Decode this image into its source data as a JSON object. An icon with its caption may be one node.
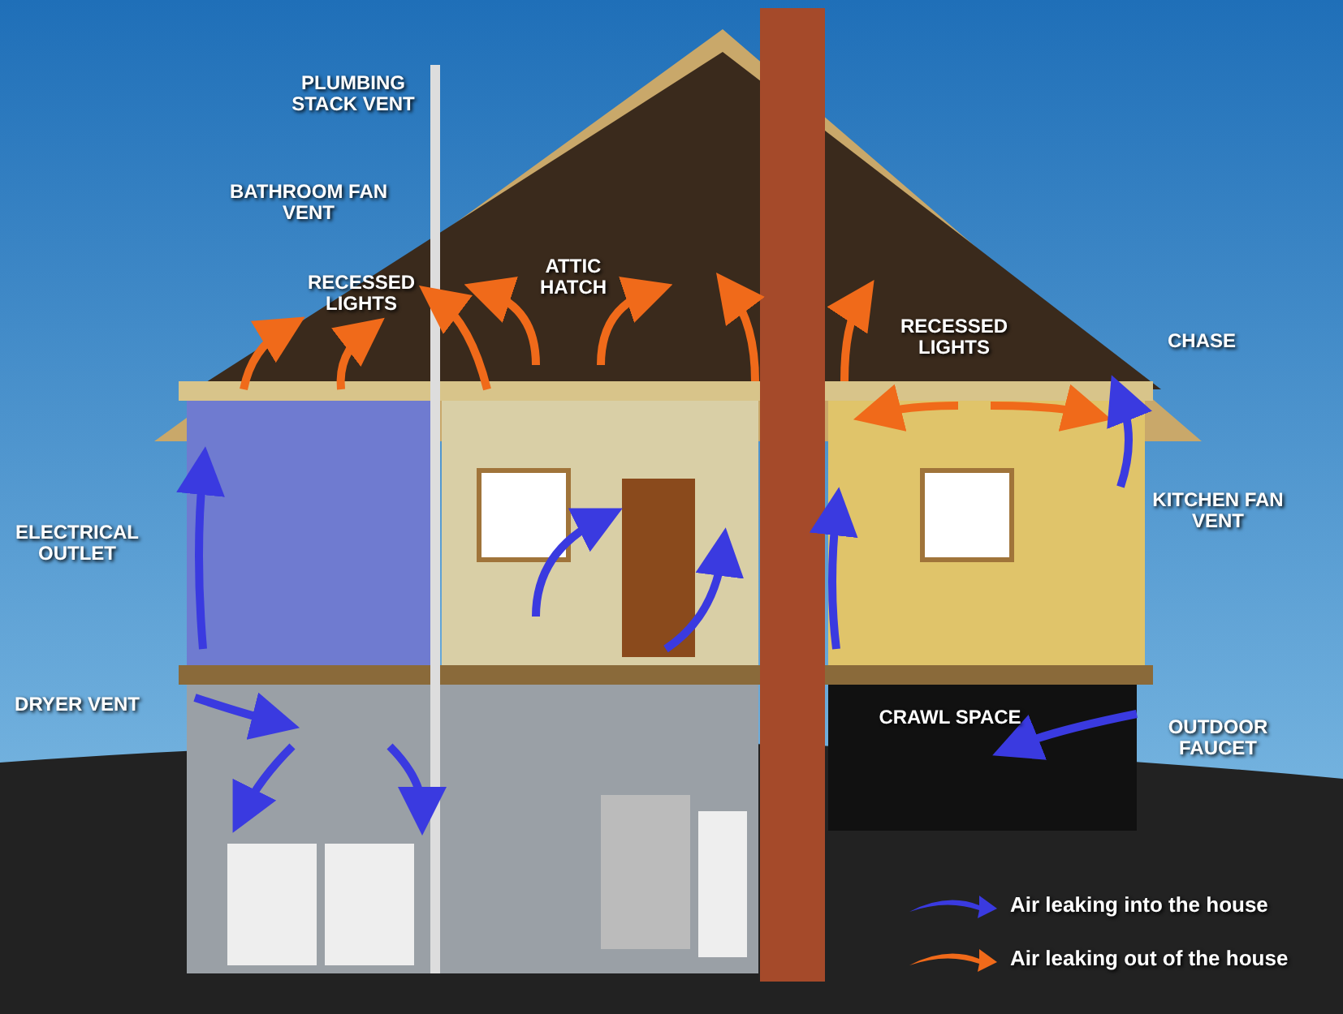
{
  "diagram": {
    "labels": [
      "PLUMBING STACK VENT",
      "BATHROOM FAN VENT",
      "RECESSED LIGHTS",
      "ATTIC HATCH",
      "RECESSED LIGHTS",
      "CHASE",
      "ELECTRICAL OUTLET",
      "KITCHEN FAN VENT",
      "DRYER VENT",
      "CRAWL SPACE",
      "OUTDOOR FAUCET"
    ],
    "legend": [
      {
        "text": "Air leaking into the house"
      },
      {
        "text": "Air leaking out of the house"
      }
    ]
  }
}
